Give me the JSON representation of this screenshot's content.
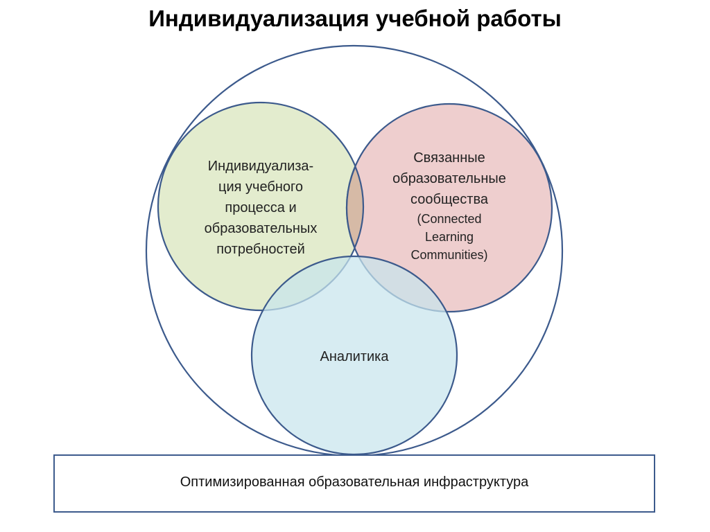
{
  "title": "Индивидуализация учебной работы",
  "circles": {
    "individualization": {
      "lines": [
        "Индивидуализа-",
        "ция учебного",
        "процесса и",
        "образовательных",
        "потребностей"
      ],
      "fill": "#e3ecce"
    },
    "communities": {
      "lines": [
        "Связанные",
        "образовательные",
        "сообщества"
      ],
      "sub_lines": [
        "(Connected",
        "Learning",
        "Communities)"
      ],
      "fill": "#edcaca"
    },
    "analytics": {
      "label": "Аналитика",
      "fill": "#c8e4ed"
    }
  },
  "outline_color": "#3c5a8c",
  "infrastructure": {
    "label": "Оптимизированная образовательная инфраструктура"
  }
}
